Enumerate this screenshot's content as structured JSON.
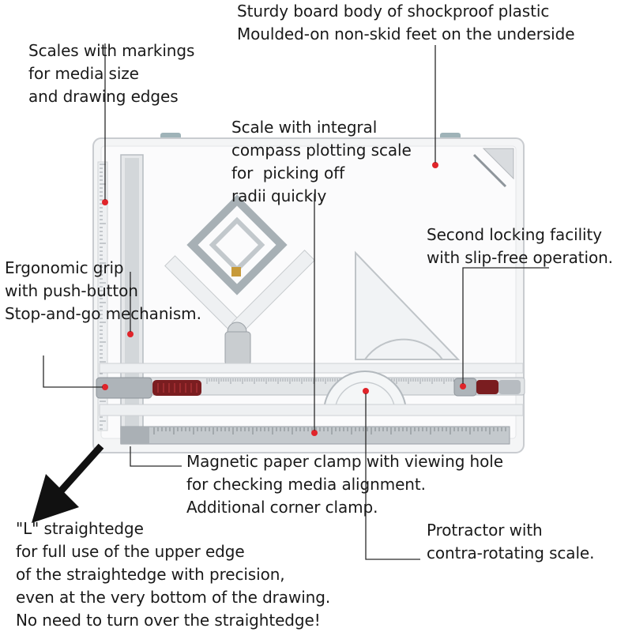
{
  "colors": {
    "board": "#f4f5f6",
    "board_edge": "#c9ccd0",
    "rail": "#b7bcc1",
    "rail_dark": "#8e959b",
    "pad": "#7a1d20",
    "marker": "#e0242a",
    "leader": "#2a2a2a",
    "tab": "#9fb3b8"
  },
  "annotations": {
    "board_body": [
      "Sturdy board body of shockproof plastic",
      "Moulded-on non-skid feet on the underside"
    ],
    "scales": [
      "Scales with markings",
      "for media size",
      "and drawing edges"
    ],
    "compass_scale": [
      "Scale with integral",
      "compass plotting scale",
      "for  picking off",
      "radii quickly"
    ],
    "second_lock": [
      "Second locking facility",
      "with slip-free operation."
    ],
    "grip": [
      "Ergonomic grip",
      "with push-button",
      "Stop-and-go mechanism."
    ],
    "paper_clamp": [
      "Magnetic paper clamp with viewing hole",
      "for checking media alignment.",
      "Additional corner clamp."
    ],
    "protractor": [
      "Protractor with",
      "contra-rotating scale."
    ],
    "straightedge": [
      "\"L\" straightedge",
      "for full use of the upper edge",
      "of the straightedge with precision,",
      "even at the very bottom of the drawing.",
      "No need to turn over the straightedge!"
    ]
  }
}
